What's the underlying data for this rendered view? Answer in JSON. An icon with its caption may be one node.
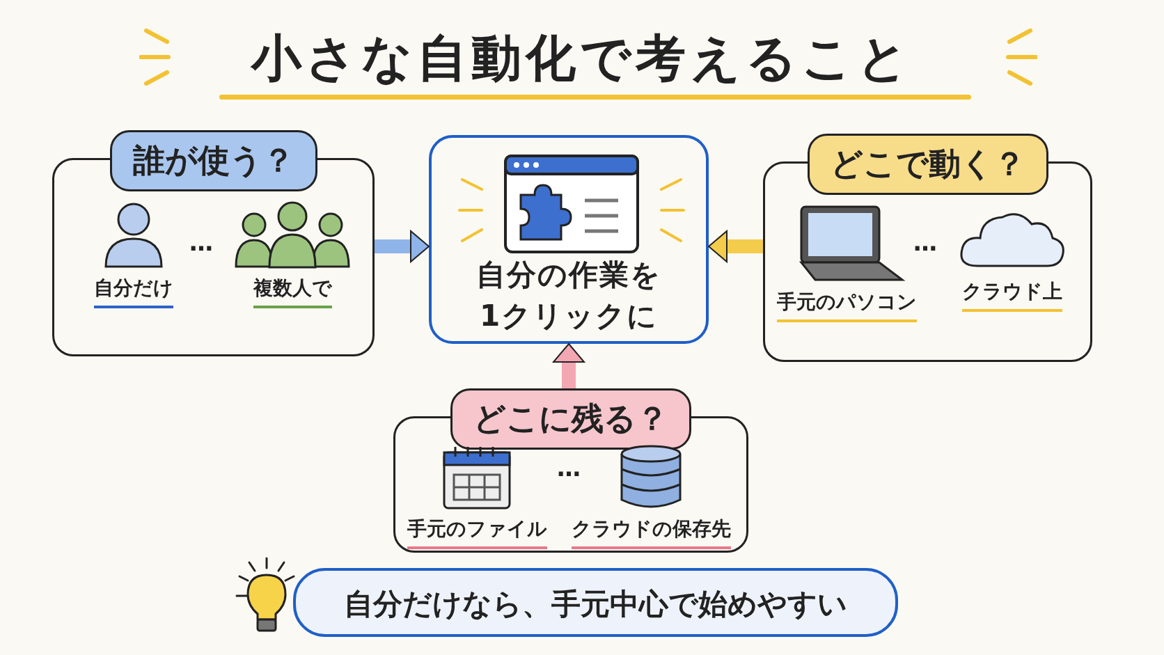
{
  "diagram": {
    "title": "小さな自動化で考えること",
    "nodes": [
      {
        "text": [
          "誰が使う？"
        ]
      },
      {
        "text": [
          "自分だけ"
        ],
        "in": 0
      },
      {
        "text": [
          "複数人で"
        ],
        "in": 0
      },
      {
        "text": [
          "自分の作業を1クリックに"
        ]
      },
      {
        "text": [
          "どこで動く？"
        ]
      },
      {
        "text": [
          "手元のパソコン"
        ],
        "in": 4
      },
      {
        "text": [
          "クラウド上"
        ],
        "in": 4
      },
      {
        "text": [
          "どこに残る？"
        ]
      },
      {
        "text": [
          "手元のファイル"
        ],
        "in": 7
      },
      {
        "text": [
          "クラウドの保存先"
        ],
        "in": 7
      },
      {
        "text": [
          "自分だけなら、手元中心で始めやすい"
        ]
      }
    ],
    "edges": [
      {
        "from": 0,
        "to": 3,
        "arrow": "to",
        "color": "#8fb4ea"
      },
      {
        "from": 4,
        "to": 3,
        "arrow": "to",
        "color": "#f4cc4c"
      },
      {
        "from": 7,
        "to": 3,
        "arrow": "to",
        "color": "#f2a7b3"
      }
    ],
    "labels": [
      "…",
      "…",
      "…"
    ]
  }
}
